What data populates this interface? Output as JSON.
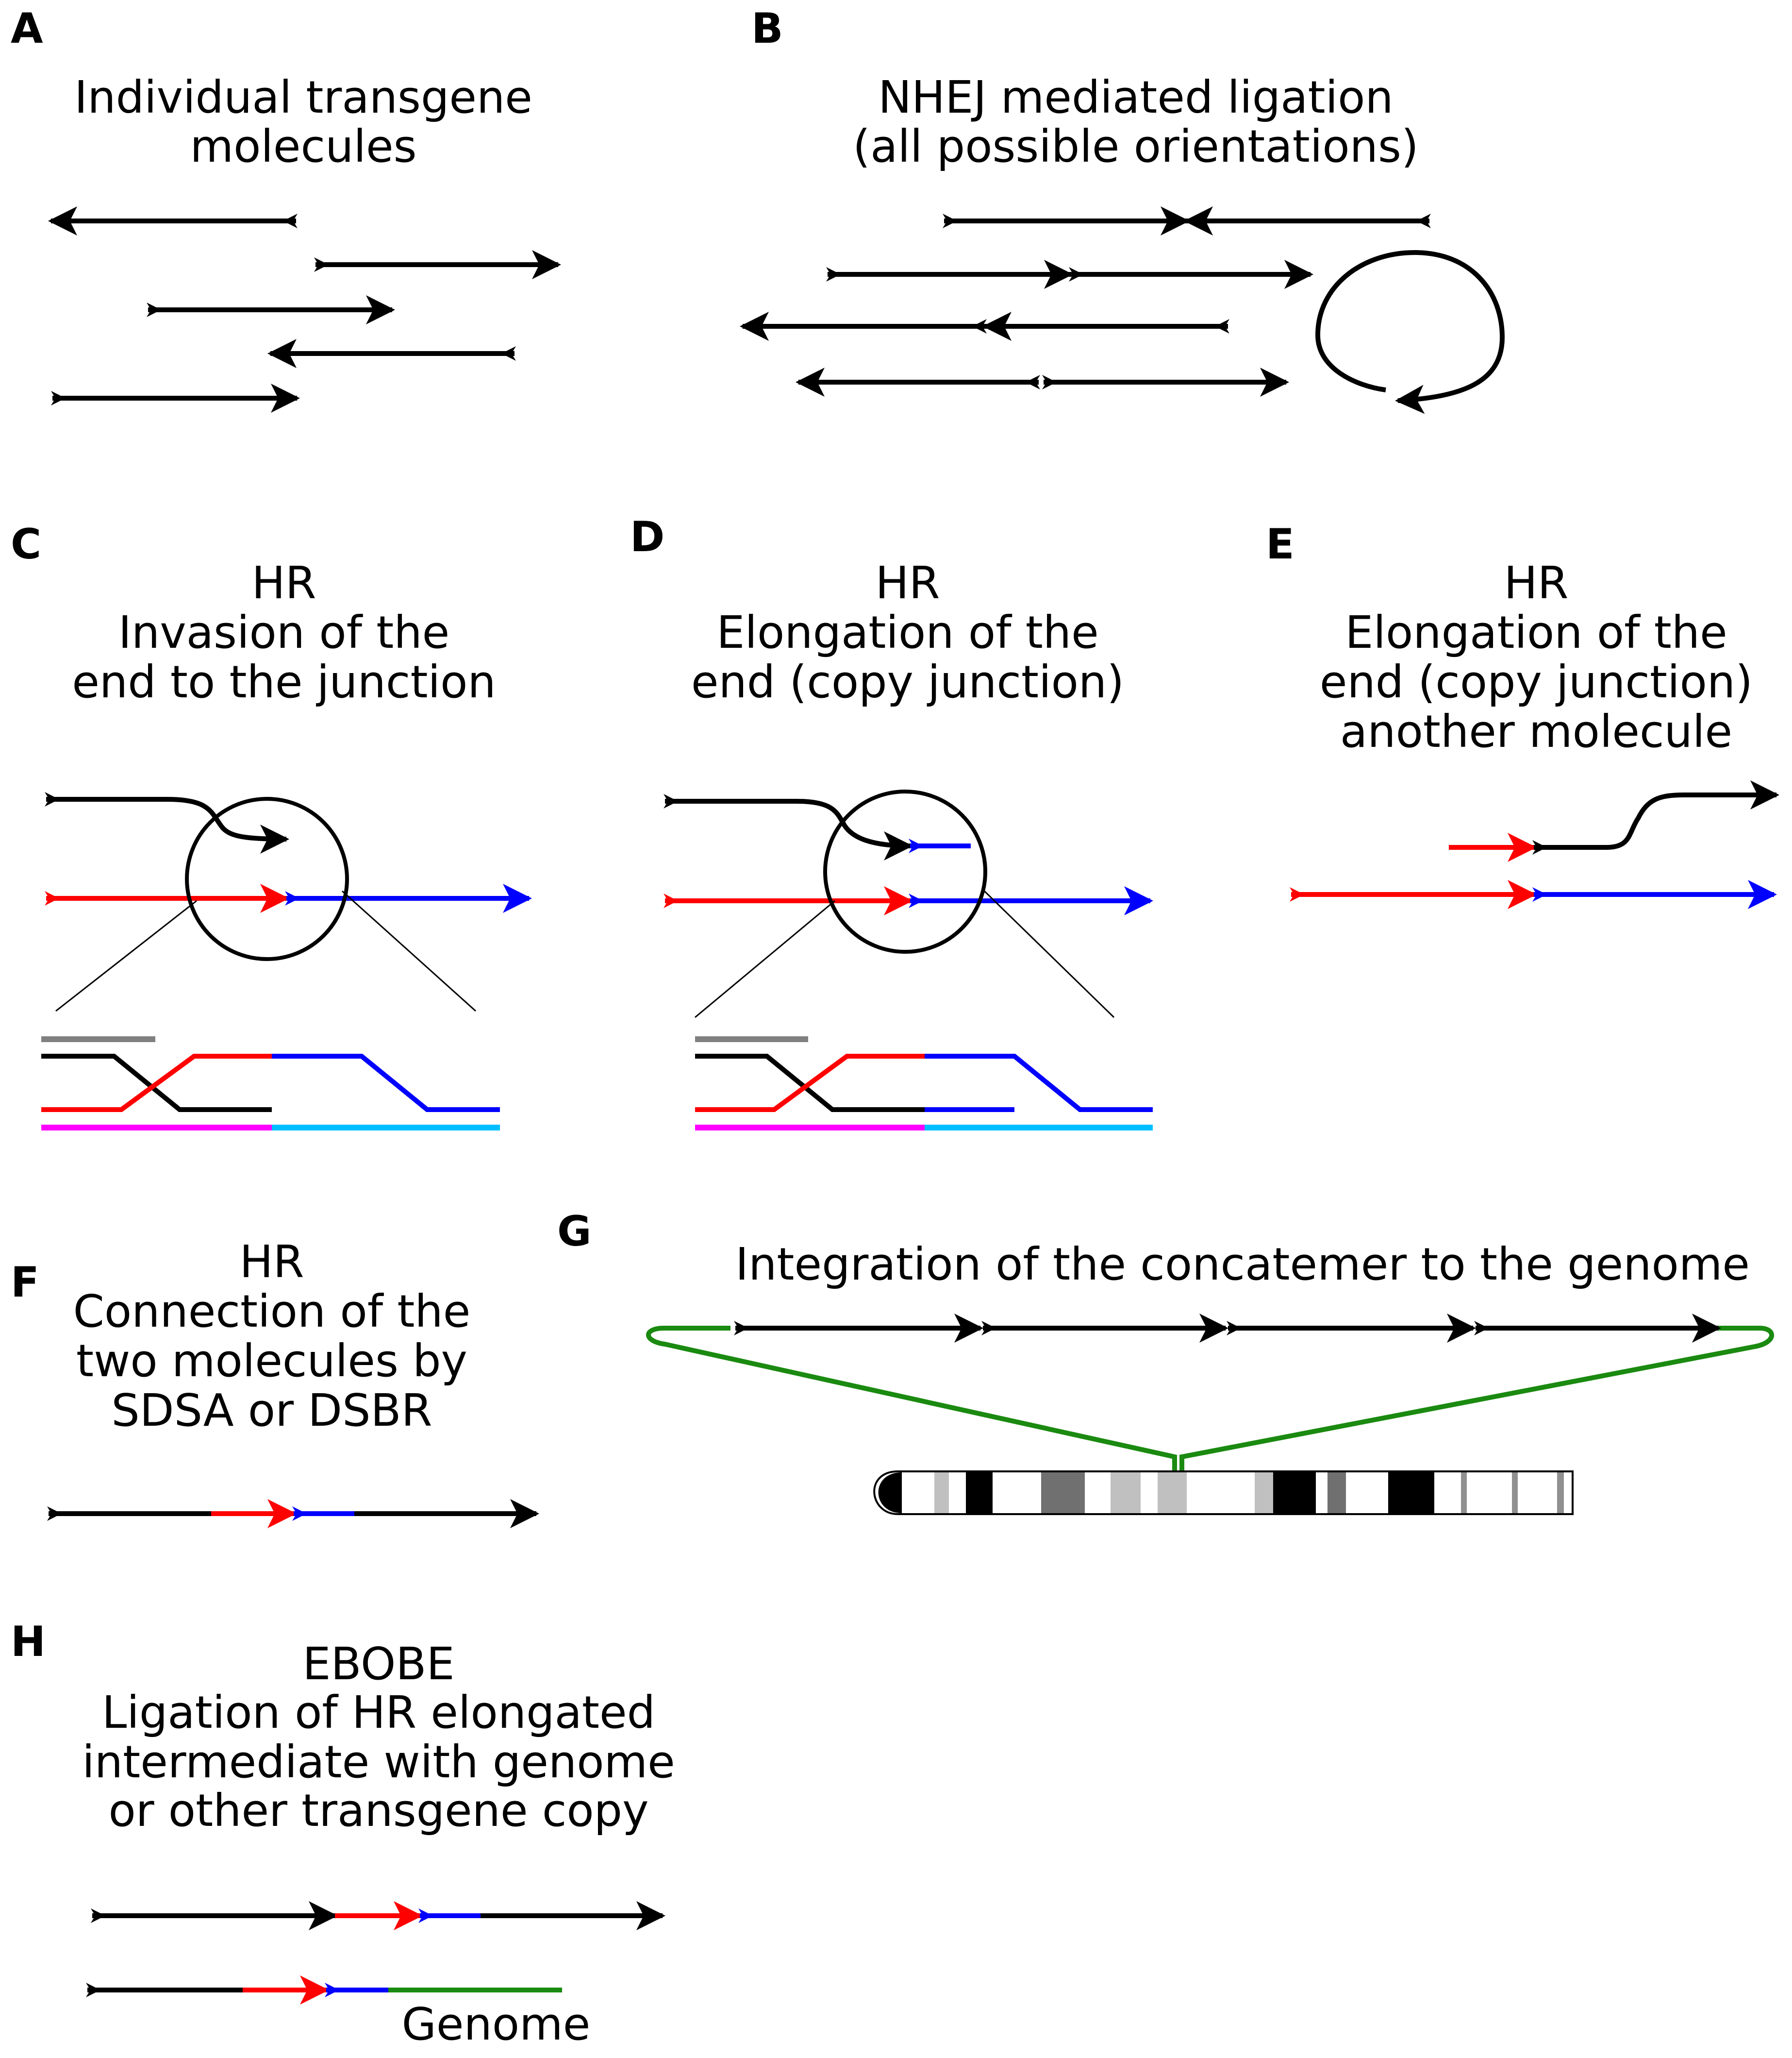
{
  "panels": {
    "A": {
      "letter": "A",
      "title_lines": [
        "Individual transgene",
        "molecules"
      ]
    },
    "B": {
      "letter": "B",
      "title_lines": [
        "NHEJ mediated ligation",
        "(all possible orientations)"
      ]
    },
    "C": {
      "letter": "C",
      "title_lines": [
        "HR",
        "Invasion of the",
        "end to the junction"
      ]
    },
    "D": {
      "letter": "D",
      "title_lines": [
        "HR",
        "Elongation of the",
        "end (copy junction)"
      ]
    },
    "E": {
      "letter": "E",
      "title_lines": [
        "HR",
        "Elongation of the",
        "end (copy junction)",
        "another molecule"
      ]
    },
    "F": {
      "letter": "F",
      "title_lines": [
        "HR",
        "Connection of the",
        "two molecules by",
        "SDSA or DSBR"
      ]
    },
    "G": {
      "letter": "G",
      "title_lines": [
        "Integration of the concatemer to the genome"
      ]
    },
    "H": {
      "letter": "H",
      "title_lines": [
        "EBOBE",
        "Ligation of HR elongated",
        "intermediate with genome",
        "or other transgene copy"
      ],
      "genome_label": "Genome"
    }
  },
  "colors": {
    "transgene": "#000000",
    "left_part": "#ff0000",
    "right_part": "#0000ff",
    "genome": "#1a8a10",
    "strand_gray": "#808080",
    "strand_magenta": "#ff00ff",
    "strand_cyan": "#00bfff"
  }
}
